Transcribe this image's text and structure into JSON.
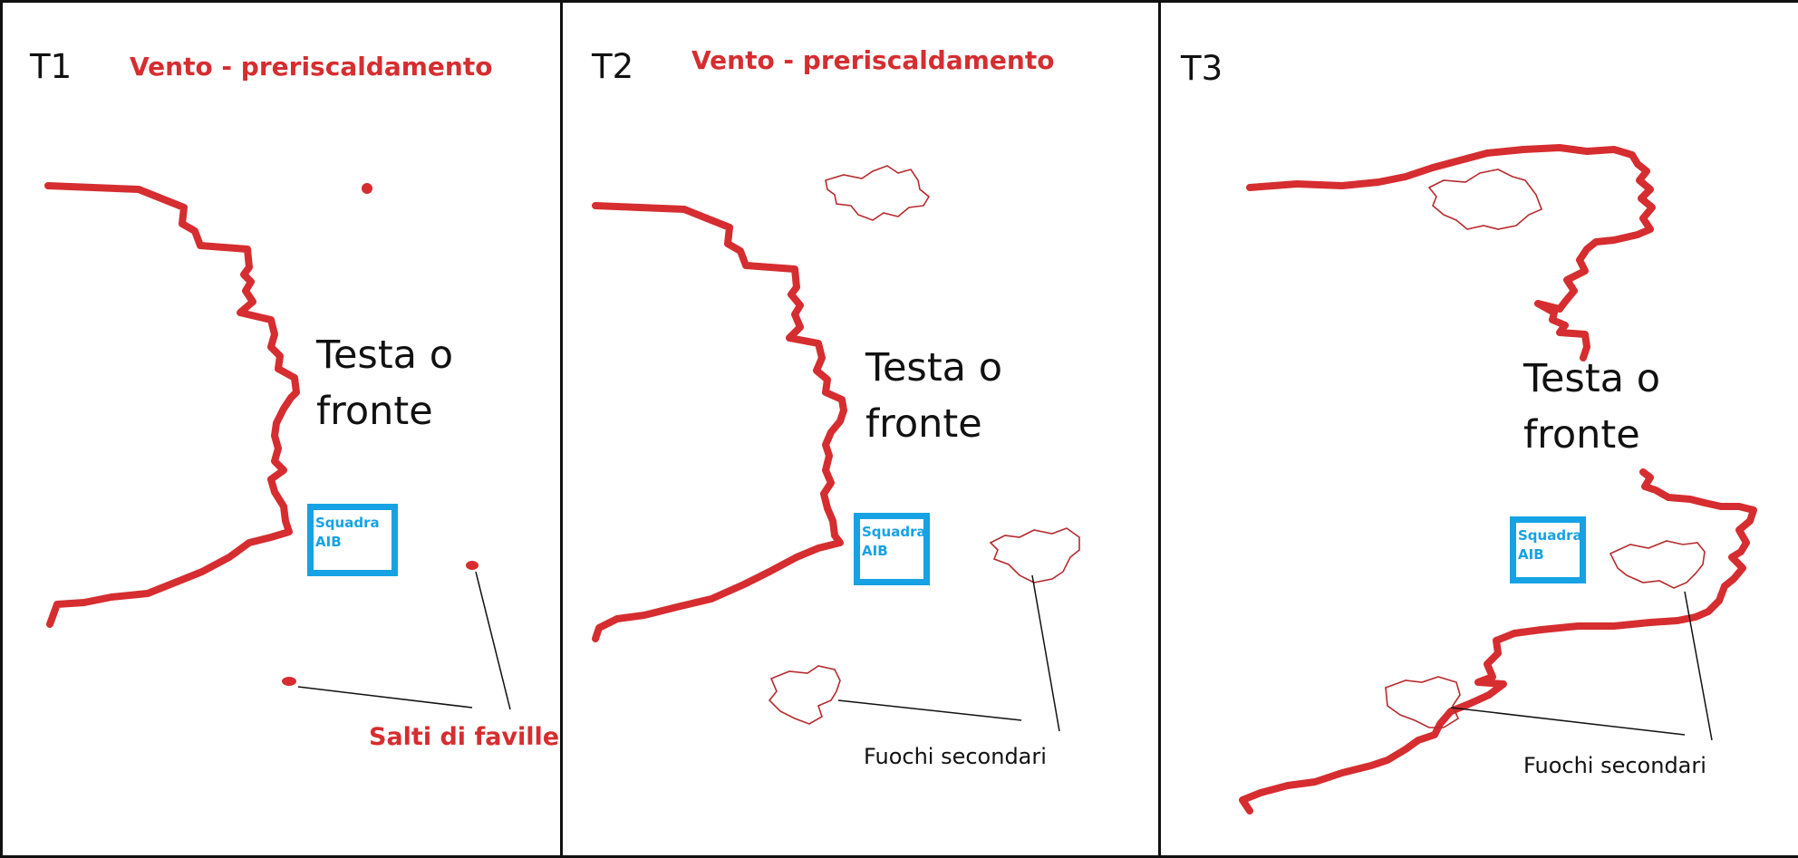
{
  "colors": {
    "fire_front": "#d62d30",
    "team_box": "#16a2e4",
    "text": "#111111",
    "border": "#111111"
  },
  "panels": [
    {
      "time": "T1",
      "wind": "Vento - preriscaldamento",
      "head_line1": "Testa o",
      "head_line2": "fronte",
      "team_line1": "Squadra",
      "team_line2": "AIB",
      "spotting": "Salti di faville"
    },
    {
      "time": "T2",
      "wind": "Vento - preriscaldamento",
      "head_line1": "Testa o",
      "head_line2": "fronte",
      "team_line1": "Squadra",
      "team_line2": "AIB",
      "secondary": "Fuochi secondari"
    },
    {
      "time": "T3",
      "head_line1": "Testa o",
      "head_line2": "fronte",
      "team_line1": "Squadra",
      "team_line2": "AIB",
      "secondary": "Fuochi secondari"
    }
  ]
}
